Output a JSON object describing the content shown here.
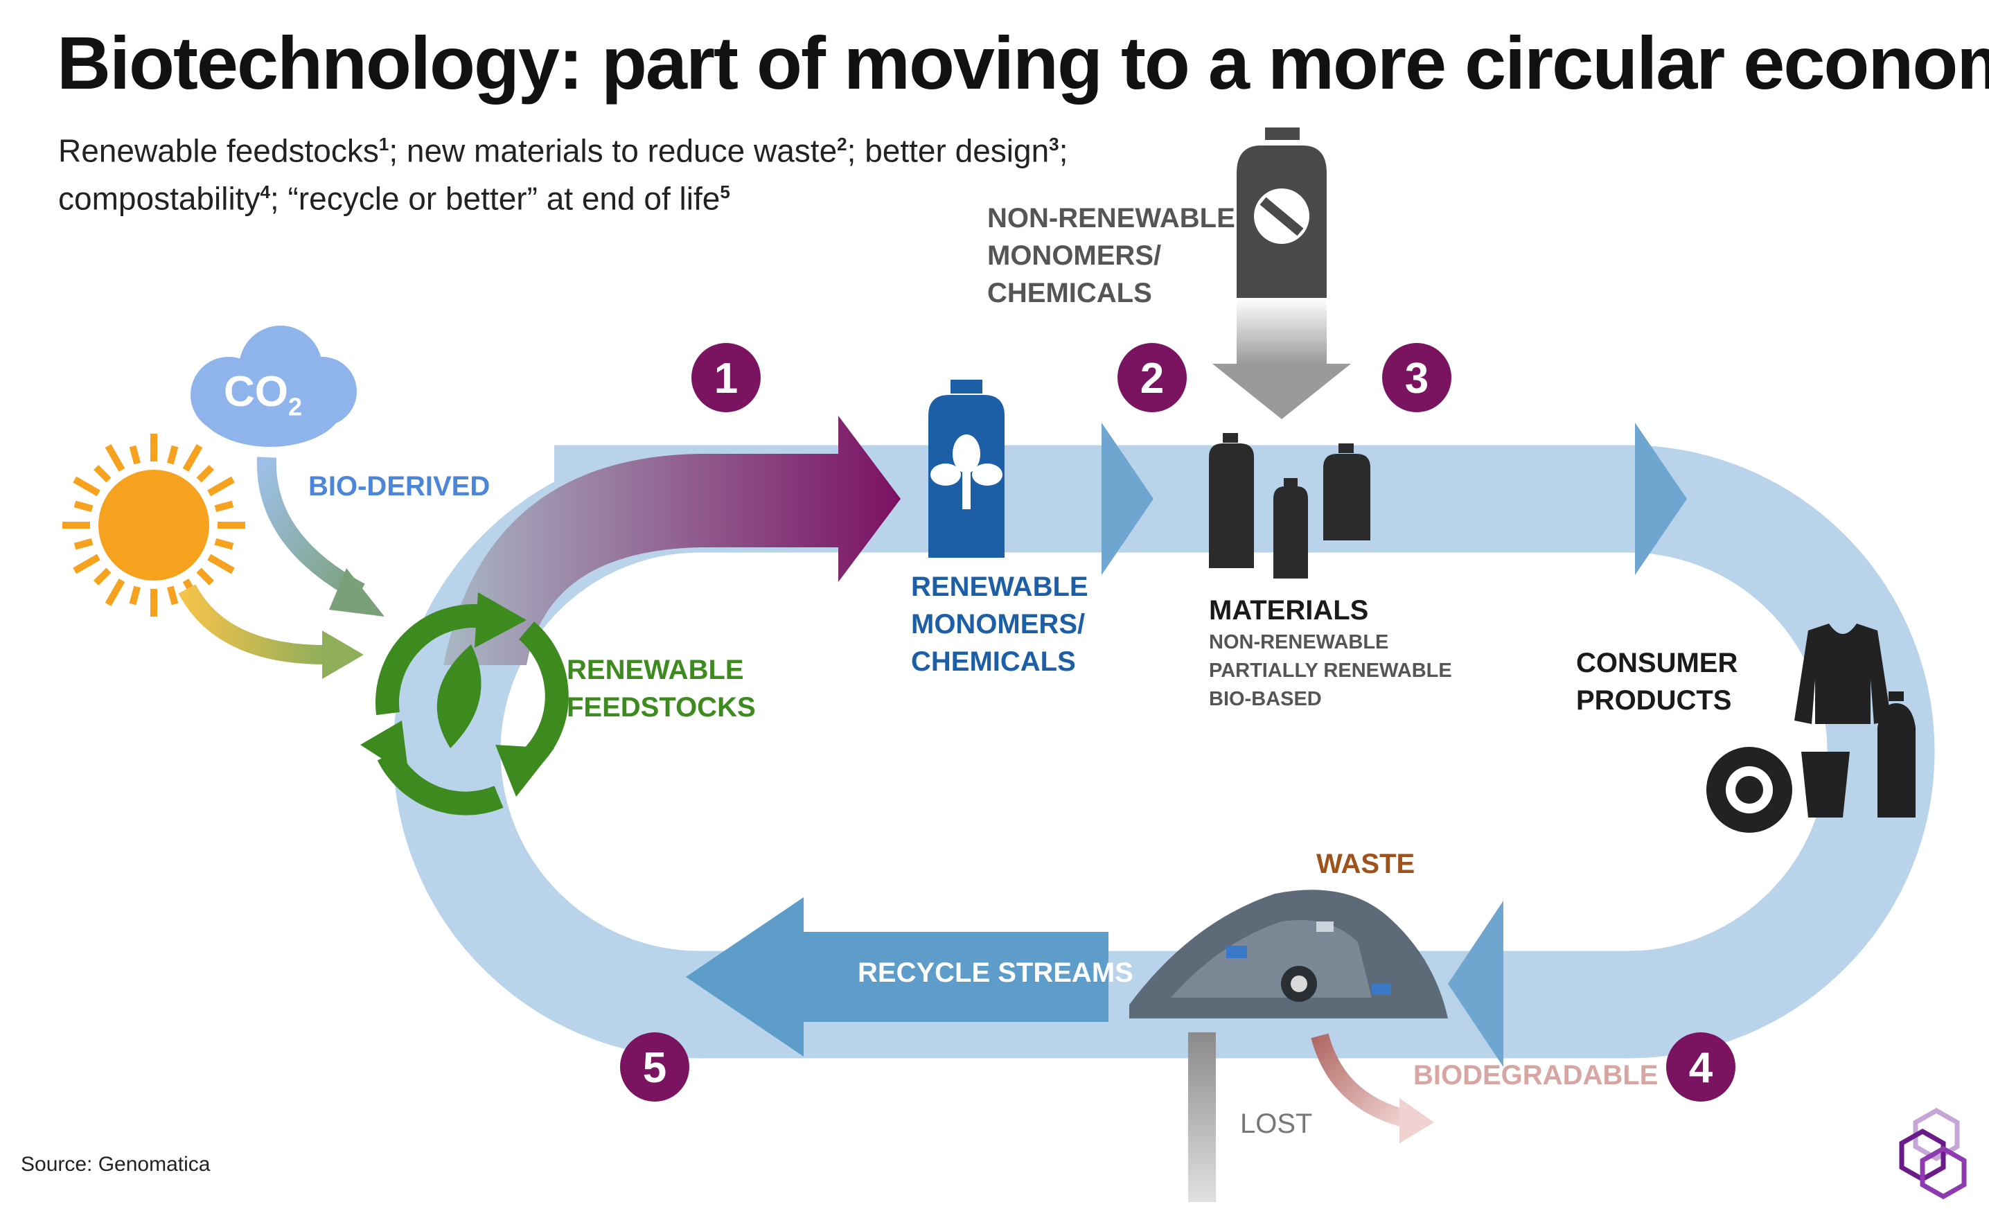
{
  "title": "Biotechnology: part of moving to a more circular economy",
  "subtitle": {
    "line1": [
      {
        "text": "Renewable feedstocks"
      },
      {
        "sup": "1"
      },
      {
        "text": "; new materials to reduce waste"
      },
      {
        "sup": "2"
      },
      {
        "text": "; better design"
      },
      {
        "sup": "3"
      },
      {
        "text": ";"
      }
    ],
    "line2": [
      {
        "text": "compostability"
      },
      {
        "sup": "4"
      },
      {
        "text": "; “recycle or better” at end of life"
      },
      {
        "sup": "5"
      }
    ]
  },
  "labels": {
    "co2": "CO",
    "co2_sub": "2",
    "bio_derived": "BIO-DERIVED",
    "renewable_feedstocks": [
      "RENEWABLE",
      "FEEDSTOCKS"
    ],
    "non_renewable_monomers": [
      "NON-RENEWABLE",
      "MONOMERS/",
      "CHEMICALS"
    ],
    "renewable_monomers": [
      "RENEWABLE",
      "MONOMERS/",
      "CHEMICALS"
    ],
    "materials_title": "MATERIALS",
    "materials_types": [
      "NON-RENEWABLE",
      "PARTIALLY RENEWABLE",
      "BIO-BASED"
    ],
    "consumer_products": [
      "CONSUMER",
      "PRODUCTS"
    ],
    "waste": "WASTE",
    "recycle_streams": "RECYCLE STREAMS",
    "biodegradable": "BIODEGRADABLE",
    "lost": "LOST"
  },
  "steps": [
    "1",
    "2",
    "3",
    "4",
    "5"
  ],
  "source": "Source: Genomatica",
  "colors": {
    "loop": "#b8d3ea",
    "loop_dark": "#6fa6cf",
    "step_badge": "#7a1460",
    "feedstock_arrow_start": "#8fa7b8",
    "feedstock_arrow_end": "#7b1062",
    "renewable_blue": "#1d5fa6",
    "green": "#3d8a1e",
    "sun": "#f6a21e",
    "cloud": "#8fb4ec",
    "waste_label": "#a0521c",
    "biodegradable_label": "#d8a6a2",
    "lost_label": "#777777",
    "dark_bottle": "#2b2b2b"
  },
  "icons": [
    "sun-icon",
    "cloud-icon",
    "recycle-icon",
    "leaf-icon",
    "tree-icon",
    "no-entry-icon",
    "bottle-icon",
    "shirt-icon",
    "tire-icon",
    "cup-icon",
    "waste-pile-icon",
    "logo-icon"
  ]
}
